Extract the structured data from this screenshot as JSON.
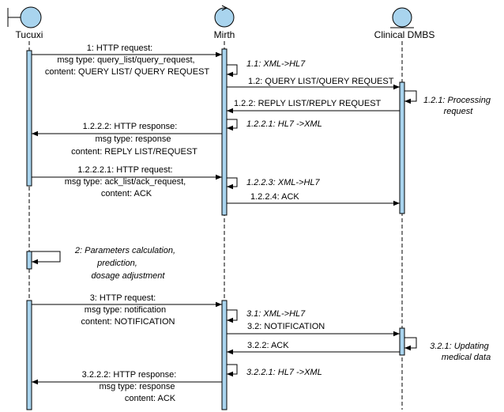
{
  "participants": {
    "tucuxi": {
      "name": "Tucuxi",
      "icon": "boundary-icon"
    },
    "mirth": {
      "name": "Mirth",
      "icon": "control-icon"
    },
    "dbms": {
      "name": "Clinical DMBS",
      "icon": "entity-icon"
    }
  },
  "colors": {
    "participant_fill": "#a9d4ee",
    "activation_fill": "#a9d4ee",
    "stroke": "#000000"
  },
  "messages": [
    {
      "id": "m1",
      "lines": [
        "1:  HTTP request:",
        "msg type: query_list/query_request,",
        "content: QUERY LIST/ QUERY REQUEST"
      ]
    },
    {
      "id": "m1_1",
      "lines": [
        "1.1: XML->HL7"
      ]
    },
    {
      "id": "m1_2",
      "lines": [
        "1.2: QUERY LIST/QUERY REQUEST"
      ]
    },
    {
      "id": "m1_2_2",
      "lines": [
        "1.2.2: REPLY LIST/REPLY REQUEST"
      ]
    },
    {
      "id": "m1_2_1",
      "lines": [
        "1.2.1: Processing",
        "request"
      ]
    },
    {
      "id": "m1_2_2_1",
      "lines": [
        "1.2.2.1: HL7 ->XML"
      ]
    },
    {
      "id": "m1_2_2_2",
      "lines": [
        "1.2.2.2:  HTTP response:",
        "msg type: response",
        "content: REPLY LIST/REQUEST"
      ]
    },
    {
      "id": "m1_2_2_2_1",
      "lines": [
        "1.2.2.2.1:  HTTP request:",
        "msg type: ack_list/ack_request,",
        "content: ACK"
      ]
    },
    {
      "id": "m1_2_2_3",
      "lines": [
        "1.2.2.3: XML->HL7"
      ]
    },
    {
      "id": "m1_2_2_4",
      "lines": [
        "1.2.2.4: ACK"
      ]
    },
    {
      "id": "m2",
      "lines": [
        "2: Parameters calculation,",
        "prediction,",
        "dosage adjustment"
      ]
    },
    {
      "id": "m3",
      "lines": [
        "3:  HTTP request:",
        "msg type: notification",
        "content: NOTIFICATION"
      ]
    },
    {
      "id": "m3_1",
      "lines": [
        "3.1:  XML->HL7"
      ]
    },
    {
      "id": "m3_2",
      "lines": [
        "3.2: NOTIFICATION"
      ]
    },
    {
      "id": "m3_2_2",
      "lines": [
        "3.2.2: ACK"
      ]
    },
    {
      "id": "m3_2_1",
      "lines": [
        "3.2.1: Updating",
        "medical data"
      ]
    },
    {
      "id": "m3_2_2_1",
      "lines": [
        "3.2.2.1: HL7 ->XML"
      ]
    },
    {
      "id": "m3_2_2_2",
      "lines": [
        "3.2.2.2: HTTP response:",
        "msg type: response",
        "content: ACK"
      ]
    }
  ]
}
